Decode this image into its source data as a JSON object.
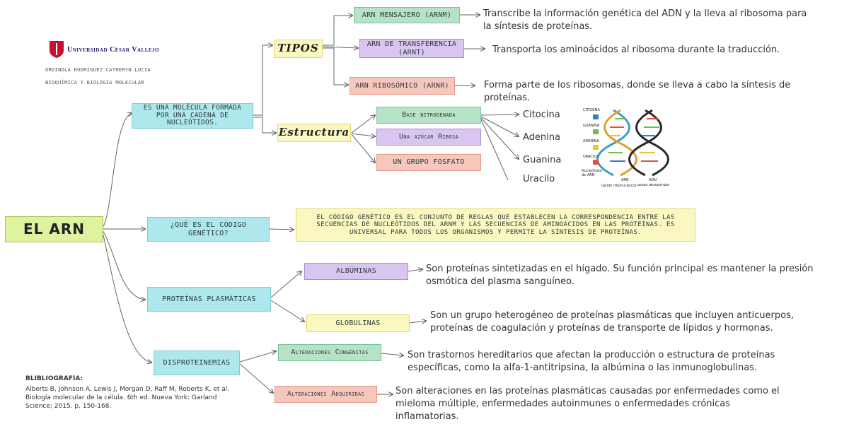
{
  "header": {
    "university": "Universidad César Vallejo",
    "author": "ORDINOLA RODRÍGUEZ CATHERYN LUCIA",
    "course": "BIOQUÍMICA Y BIOLOGÍA MOLECULAR"
  },
  "root": {
    "label": "EL ARN"
  },
  "molecule": {
    "label": "Es una molécula formada por una cadena de nucleótidos."
  },
  "tipos": {
    "label": "TIPOS",
    "items": [
      {
        "label": "ARN mensajero (ARNm)",
        "desc": "Transcribe la información genética del ADN y la lleva al ribosoma para la síntesis de proteínas."
      },
      {
        "label": "ARN de transferencia (ARNt)",
        "desc": "Transporta los aminoácidos al ribosoma durante la traducción."
      },
      {
        "label": "ARN ribosómico (ARNr)",
        "desc": "Forma parte de los ribosomas, donde se lleva a cabo la síntesis de proteínas."
      }
    ]
  },
  "estructura": {
    "label": "Estructura",
    "items": [
      "Base nitrogenada",
      "Una azúcar Ribosa",
      "un grupo fosfato"
    ],
    "bases": [
      "Citocina",
      "Adenina",
      "Guanina",
      "Uracilo"
    ]
  },
  "image_labels": {
    "citosina": "CITOSINA",
    "guanina": "GUANINA",
    "adenina": "ADENINA",
    "uracilo": "URACILO",
    "nucleotidos": "Nucleótidos de ARN",
    "arn": "ARN",
    "arn_sub": "(ácido ribonucleico)",
    "adn": "ADN",
    "adn_sub": "(ácido desoxirribonucleico)"
  },
  "codigo": {
    "question": "¿Qué es el código genético?",
    "answer": "El código genético es el conjunto de reglas que establecen la correspondencia entre las secuencias de nucleótidos del ARNm y las secuencias de aminoácidos en las proteínas. Es universal para todos los organismos y permite la síntesis de proteínas."
  },
  "proteinas": {
    "label": "Proteínas plasmáticas",
    "items": [
      {
        "label": "Albúminas",
        "desc": "Son proteínas sintetizadas en el hígado. Su función principal es mantener la presión osmótica del plasma sanguíneo."
      },
      {
        "label": "Globulinas",
        "desc": "Son un grupo heterogéneo de proteínas plasmáticas que incluyen anticuerpos, proteínas de coagulación y proteínas de transporte de lípidos y hormonas."
      }
    ]
  },
  "disproteinemias": {
    "label": "Disproteinemias",
    "items": [
      {
        "label": "Alteraciones Congénitas",
        "desc": "Son trastornos hereditarios que afectan la producción o estructura de proteínas específicas, como la alfa-1-antitripsina, la albúmina o las inmunoglobulinas."
      },
      {
        "label": "Alteraciones Adquiridas",
        "desc": "Son alteraciones en las proteínas plasmáticas causadas por enfermedades como el mieloma múltiple, enfermedades autoinmunes o enfermedades crónicas inflamatorias."
      }
    ]
  },
  "bibliografia": {
    "title": "BLIBLIOGRAFÍA:",
    "text": "Alberts B, Johnson A, Lewis J, Morgan D, Raff M, Roberts K, et al. Biología molecular de la célula. 6th ed. Nueva York: Garland Science; 2015. p. 150-168."
  },
  "colors": {
    "cyan": "#aee8ec",
    "yellow": "#fbf7c0",
    "green": "#b6e2c8",
    "purple": "#d8c6f0",
    "salmon": "#f7c7bd",
    "lime": "#dff2a0",
    "brand_red": "#c8102e"
  }
}
